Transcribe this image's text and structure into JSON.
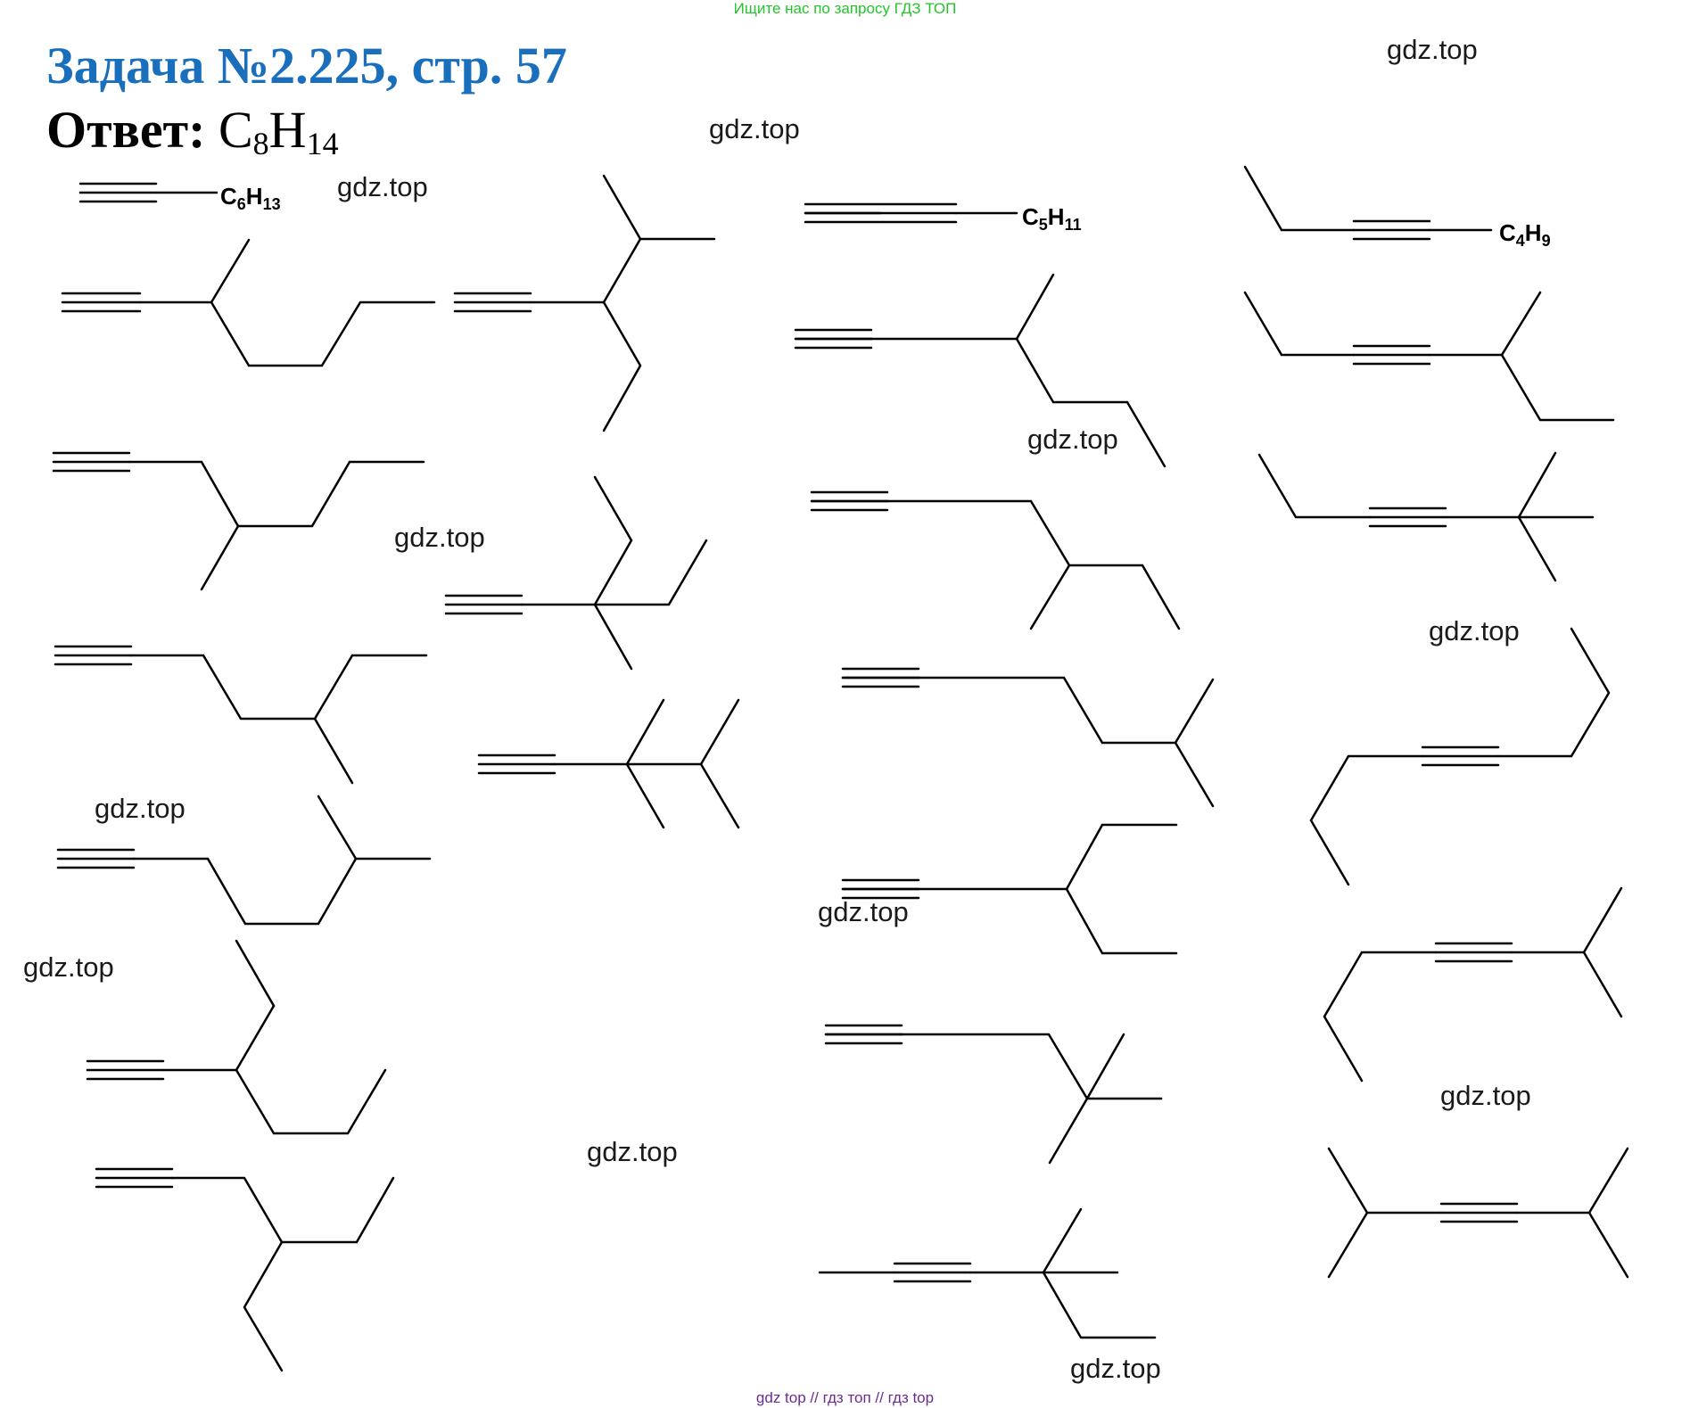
{
  "header": {
    "top_link": "Ищите нас по запросу ГДЗ ТОП",
    "title": "Задача №2.225, стр. 57",
    "answer_label": "Ответ:",
    "formula": {
      "c": "C",
      "c_n": "8",
      "h": "H",
      "h_n": "14"
    }
  },
  "groups": {
    "c6h13": {
      "c": "C",
      "c_n": "6",
      "h": "H",
      "h_n": "13"
    },
    "c5h11": {
      "c": "C",
      "c_n": "5",
      "h": "H",
      "h_n": "11"
    },
    "c4h9": {
      "c": "C",
      "c_n": "4",
      "h": "H",
      "h_n": "9"
    }
  },
  "watermark": "gdz.top",
  "footer": "gdz top  //  гдз топ  //  гдз top",
  "colors": {
    "title": "#1a6fbd",
    "top_link": "#22c52a",
    "footer": "#6a2c91",
    "bonds": "#000000"
  }
}
